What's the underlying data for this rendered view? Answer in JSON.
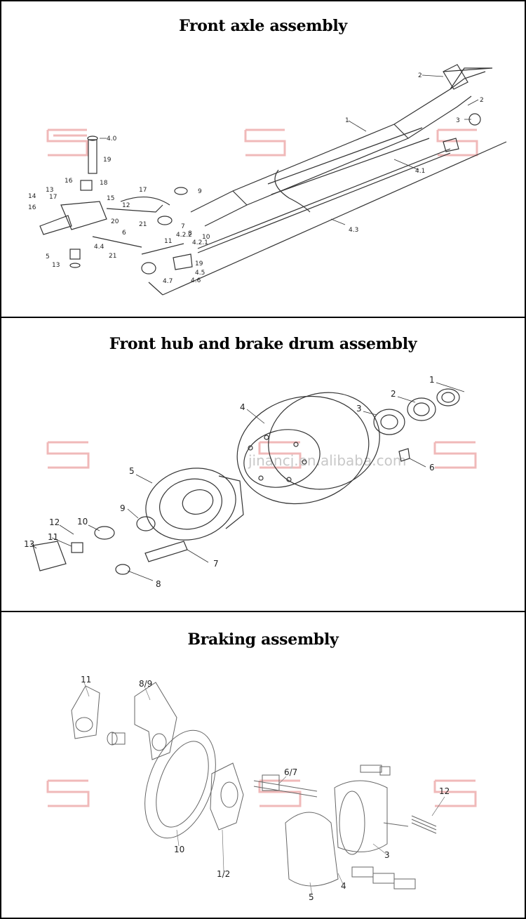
{
  "panels": [
    {
      "title": "Front axle assembly"
    },
    {
      "title": "Front hub and brake drum assembly"
    },
    {
      "title": "Braking assembly"
    }
  ],
  "axle_labels": [
    "1",
    "2",
    "3",
    "4.1",
    "4.3",
    "4.0",
    "19",
    "16",
    "18",
    "13",
    "17",
    "15",
    "14",
    "16",
    "17",
    "9",
    "12",
    "20",
    "21",
    "6",
    "4.2.2",
    "7",
    "8",
    "10",
    "11",
    "4.2.1",
    "4.4",
    "21",
    "5",
    "13",
    "19",
    "4.5",
    "4.6",
    "4.7",
    "4.2"
  ],
  "hub_labels": [
    "1",
    "2",
    "3",
    "4",
    "5",
    "6",
    "7",
    "8",
    "9",
    "10",
    "11",
    "12",
    "13"
  ],
  "hub_watermark": "jinancj.en.alibaba.com",
  "brake_labels": [
    "11",
    "8/9",
    "6/7",
    "12",
    "3",
    "10",
    "1/2",
    "5",
    "4"
  ],
  "logo_color": "#f0b9b9"
}
